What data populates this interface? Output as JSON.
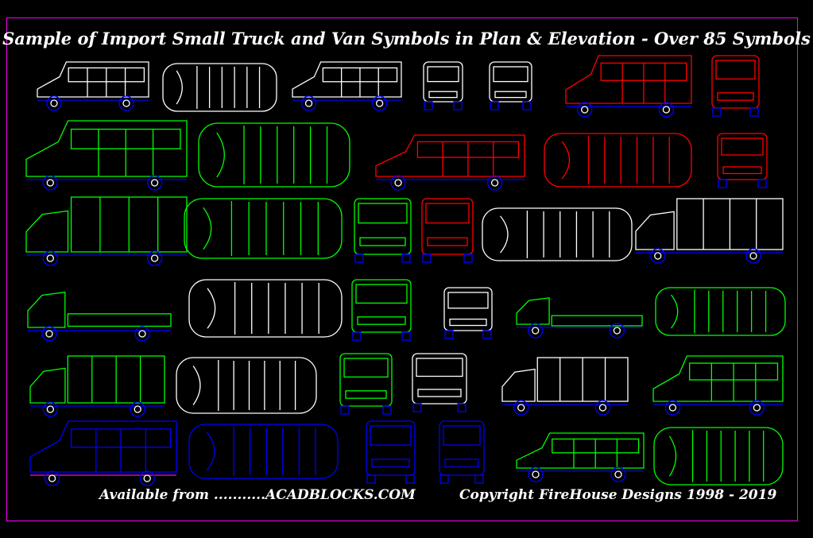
{
  "title": "Sample of Import Small Truck and Van Symbols in Plan & Elevation - Over 85 Symbols",
  "footer": {
    "available": "Available from ...........ACADBLOCKS.COM",
    "copyright": "Copyright FireHouse Designs 1998 - 2019"
  },
  "colors": {
    "background": "#000000",
    "border": "#ff00ff",
    "white": "#ffffff",
    "red": "#ff0000",
    "green": "#00ff00",
    "blue": "#0000ff",
    "orange": "#ff8000"
  }
}
